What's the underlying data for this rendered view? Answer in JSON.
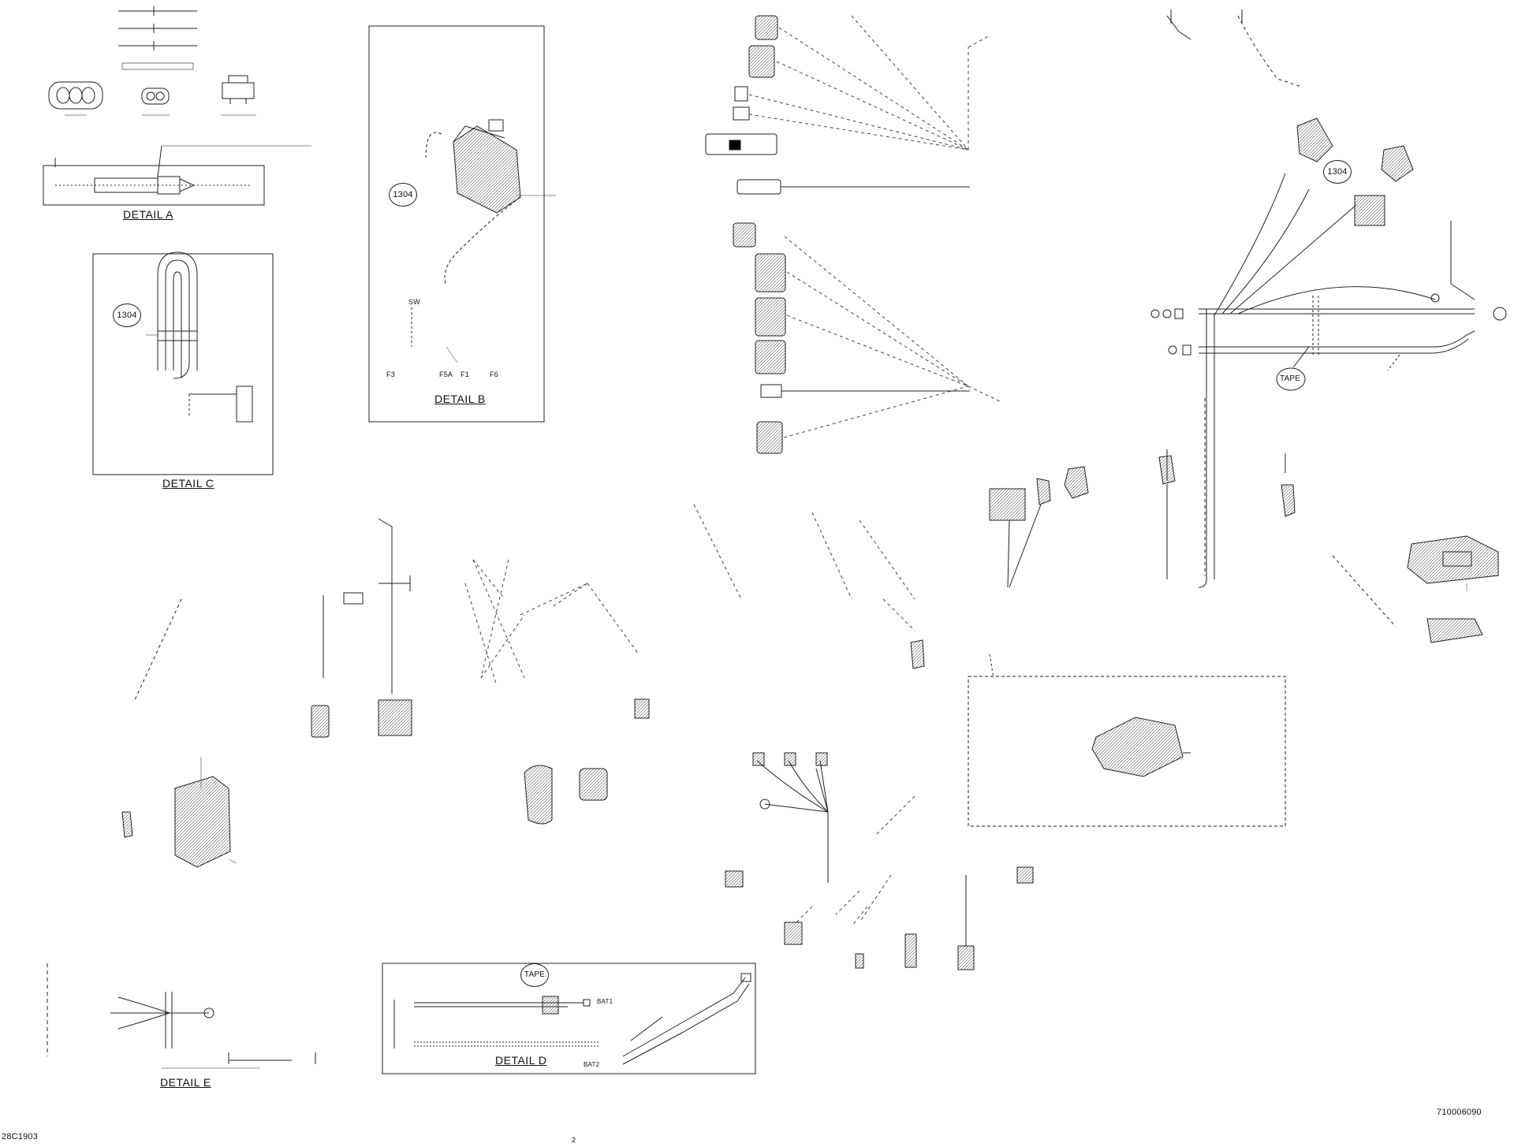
{
  "drawing": {
    "number": "710006090",
    "sheet_code": "28C1903",
    "page_mark": "2"
  },
  "details": {
    "a": "DETAIL A",
    "b": "DETAIL B",
    "c": "DETAIL C",
    "d": "DETAIL D",
    "e": "DETAIL E"
  },
  "callouts": {
    "part_ref": "1304",
    "tape": "TAPE"
  },
  "detail_b_pins": {
    "sw": "SW",
    "f3": "F3",
    "f5a": "F5A",
    "f1": "F1",
    "f6": "F6"
  },
  "detail_d_labels": {
    "bat1": "BAT1",
    "bat2": "BAT2"
  },
  "colors": {
    "line": "#1a1a1a",
    "leader": "#333333",
    "background": "#ffffff"
  }
}
